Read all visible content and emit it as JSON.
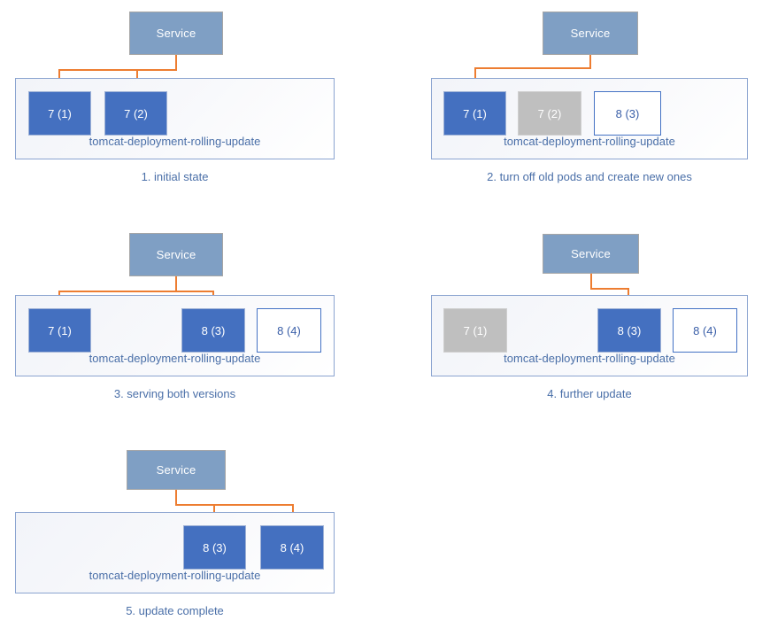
{
  "diagram": {
    "title": "Kubernetes deployment rolling update sequence",
    "colors": {
      "service_fill": "#7f9fc4",
      "pod_active": "#4470c0",
      "pod_terminating": "#bfbfbf",
      "pod_pending_border": "#4472c4",
      "connector": "#ed7d31",
      "caption_text": "#4a6fa8",
      "deployment_border": "#8ba4d0"
    }
  },
  "panels": [
    {
      "id": "panel-1",
      "service_label": "Service",
      "deployment_label": "tomcat-deployment-rolling-update",
      "caption": "1. initial state",
      "pods": [
        {
          "label": "7 (1)",
          "state": "blue"
        },
        {
          "label": "7 (2)",
          "state": "blue"
        }
      ]
    },
    {
      "id": "panel-2",
      "service_label": "Service",
      "deployment_label": "tomcat-deployment-rolling-update",
      "caption": "2. turn off old pods and create new ones",
      "pods": [
        {
          "label": "7 (1)",
          "state": "blue"
        },
        {
          "label": "7 (2)",
          "state": "grey"
        },
        {
          "label": "8 (3)",
          "state": "white"
        }
      ]
    },
    {
      "id": "panel-3",
      "service_label": "Service",
      "deployment_label": "tomcat-deployment-rolling-update",
      "caption": "3. serving both versions",
      "pods": [
        {
          "label": "7 (1)",
          "state": "blue"
        },
        {
          "label": "8 (3)",
          "state": "blue"
        },
        {
          "label": "8 (4)",
          "state": "white"
        }
      ]
    },
    {
      "id": "panel-4",
      "service_label": "Service",
      "deployment_label": "tomcat-deployment-rolling-update",
      "caption": "4. further update",
      "pods": [
        {
          "label": "7 (1)",
          "state": "grey"
        },
        {
          "label": "8 (3)",
          "state": "blue"
        },
        {
          "label": "8 (4)",
          "state": "white"
        }
      ]
    },
    {
      "id": "panel-5",
      "service_label": "Service",
      "deployment_label": "tomcat-deployment-rolling-update",
      "caption": "5. update complete",
      "pods": [
        {
          "label": "8 (3)",
          "state": "blue"
        },
        {
          "label": "8 (4)",
          "state": "blue"
        }
      ]
    }
  ]
}
